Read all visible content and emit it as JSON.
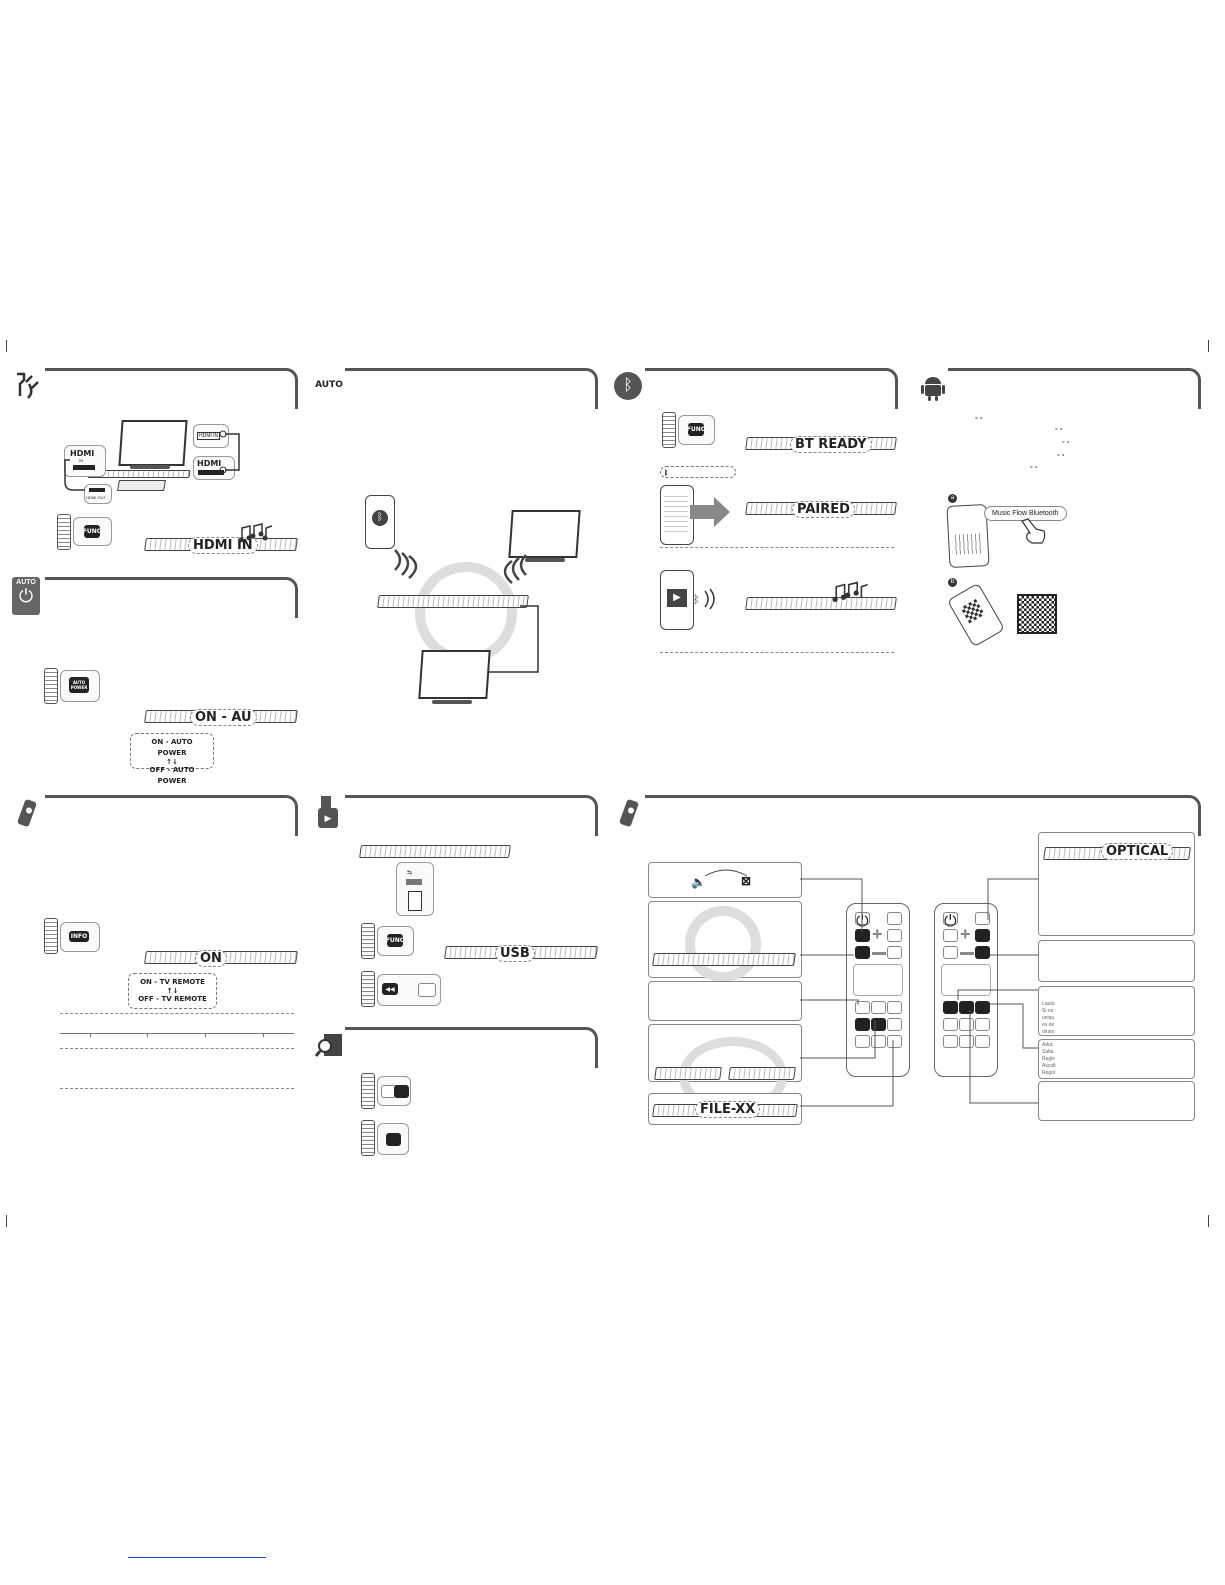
{
  "labels": {
    "hdmi_in_display": "HDMI IN",
    "tv_hdmi_in": "HDMI IN",
    "soundbar_hdmi_in": "HDMI IN",
    "soundbar_hdmi_out": "HDMI OUT",
    "auto_icon": "AUTO",
    "auto_power_icon": "AUTO",
    "on_au_display": "ON - AU",
    "on_auto_power": "ON - AUTO POWER",
    "off_auto_power": "OFF - AUTO POWER",
    "bt_ready_display": "BT READY",
    "paired_display": "PAIRED",
    "music_flow_bluetooth": "Music Flow Bluetooth",
    "step_a": "a",
    "step_b": "b",
    "on_display": "ON",
    "on_tv_remote": "ON - TV REMOTE",
    "off_tv_remote": "OFF - TV REMOTE",
    "usb_display": "USB",
    "optical_display": "OPTICAL",
    "file_display": "FILE-XX"
  },
  "buttons": {
    "func": "FUNC",
    "auto_power": "AUTO POWER",
    "info": "INFO"
  },
  "callout_text": {
    "left_block": [
      "Lauto",
      "Si no",
      "uniqu",
      "es de",
      "dirato"
    ],
    "right_block": [
      "Aduc",
      "Salta",
      "Regle",
      "Ascolt",
      "Regol"
    ]
  },
  "icons": {
    "hdmi_section": "cable-icon",
    "auto_section": "auto-sync-icon",
    "bluetooth_section": "bluetooth-icon",
    "android_section": "android-icon",
    "auto_power_section": "power-icon",
    "remote_section": "remote-icon",
    "usb_section": "usb-icon",
    "search_section": "search-folder-icon",
    "remote_section_2": "remote-icon"
  },
  "colors": {
    "ink": "#222222",
    "panel_line": "#555555",
    "link": "#1a4fd6"
  }
}
